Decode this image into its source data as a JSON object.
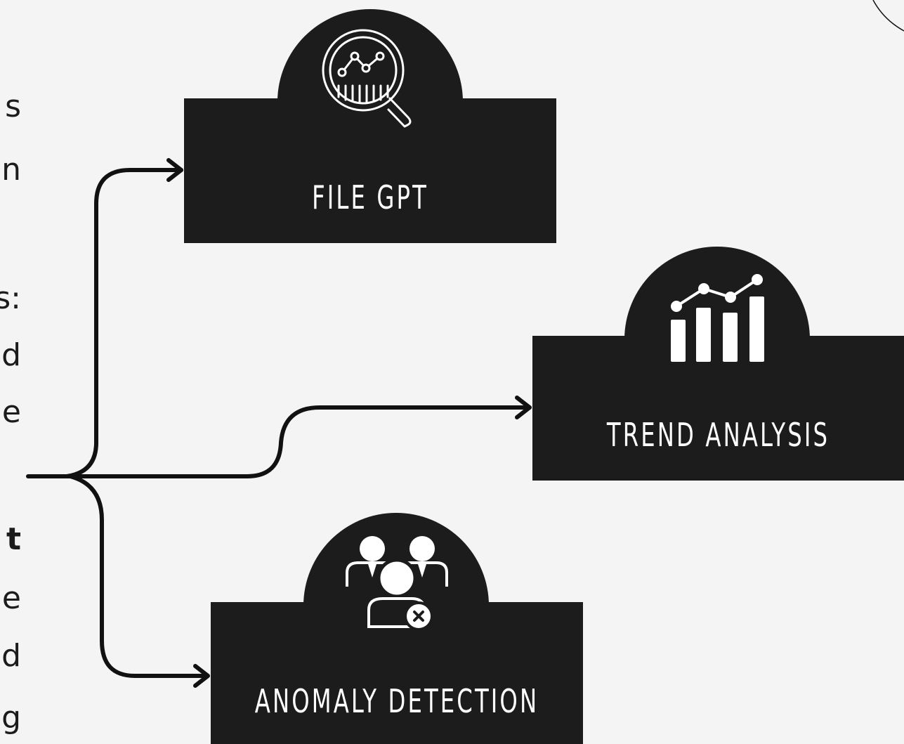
{
  "colors": {
    "card": "#1c1c1c",
    "background": "#f3f4f3",
    "line": "#111111",
    "icon": "#ffffff"
  },
  "left_fragments": [
    "s",
    "n",
    "s:",
    "d",
    "e",
    "t",
    "e",
    "d",
    "g"
  ],
  "cards": [
    {
      "id": "file-gpt",
      "label": "FILE GPT",
      "icon": "magnifier-chart-icon"
    },
    {
      "id": "trend-analysis",
      "label": "TREND ANALYSIS",
      "icon": "bar-trend-icon"
    },
    {
      "id": "anomaly-detection",
      "label": "ANOMALY DETECTION",
      "icon": "people-alert-icon"
    }
  ]
}
